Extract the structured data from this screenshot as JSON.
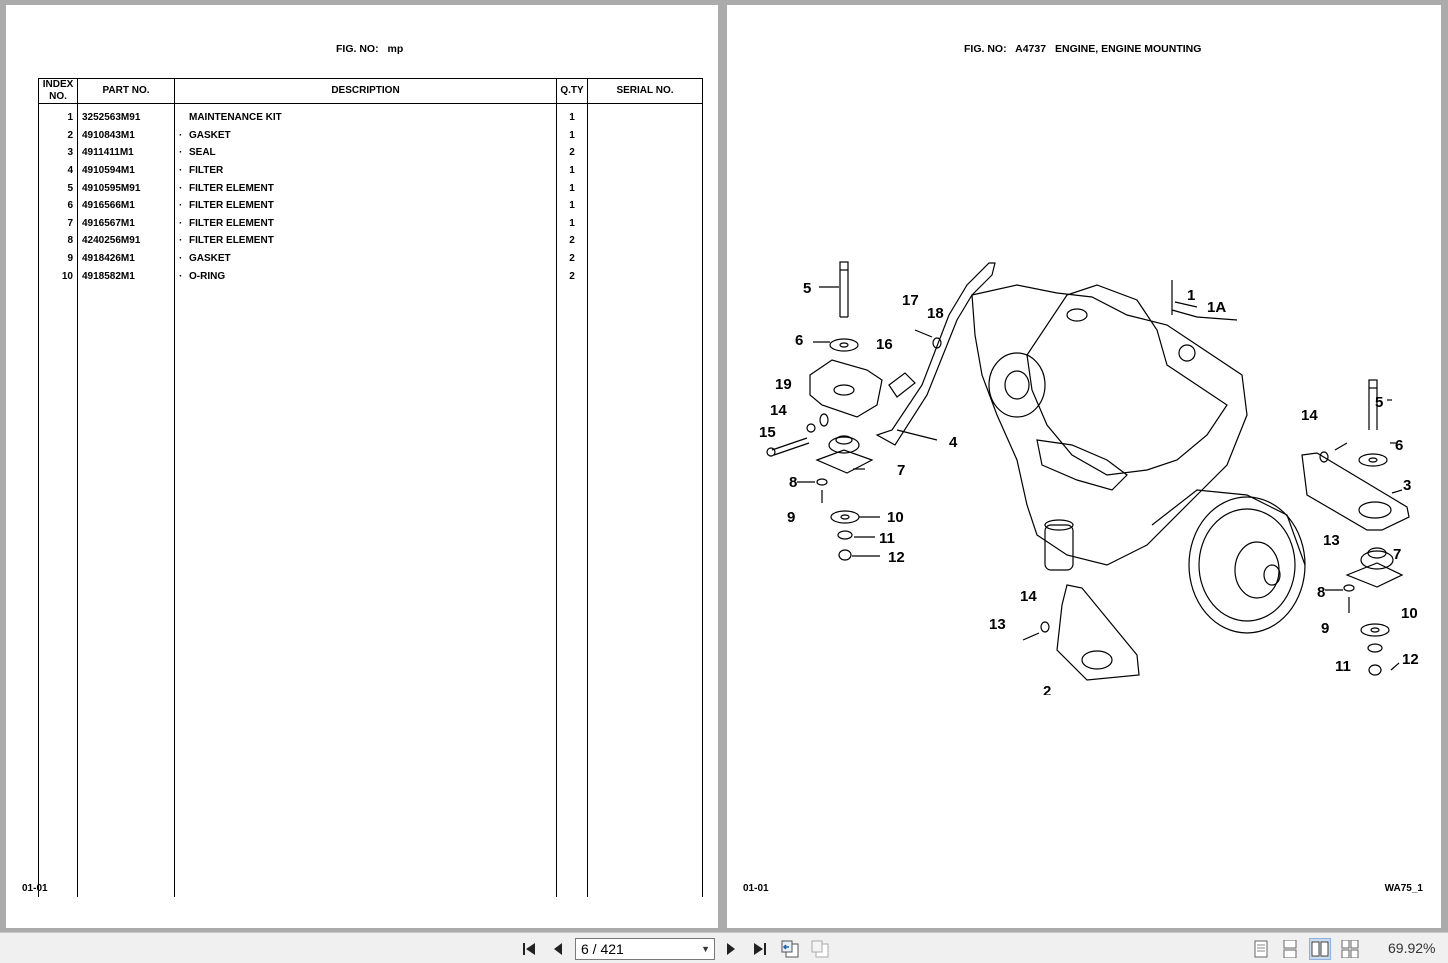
{
  "left_page": {
    "fig_label": "FIG. NO:",
    "fig_value": "mp",
    "columns": [
      "INDEX NO.",
      "PART NO.",
      "DESCRIPTION",
      "Q.TY",
      "SERIAL NO."
    ],
    "rows": [
      {
        "index": "1",
        "part": "3252563M91",
        "dot": "",
        "desc": "MAINTENANCE KIT",
        "qty": "1",
        "serial": ""
      },
      {
        "index": "2",
        "part": "4910843M1",
        "dot": "·",
        "desc": "GASKET",
        "qty": "1",
        "serial": ""
      },
      {
        "index": "3",
        "part": "4911411M1",
        "dot": "·",
        "desc": "SEAL",
        "qty": "2",
        "serial": ""
      },
      {
        "index": "4",
        "part": "4910594M1",
        "dot": "·",
        "desc": "FILTER",
        "qty": "1",
        "serial": ""
      },
      {
        "index": "5",
        "part": "4910595M91",
        "dot": "·",
        "desc": "FILTER ELEMENT",
        "qty": "1",
        "serial": ""
      },
      {
        "index": "6",
        "part": "4916566M1",
        "dot": "·",
        "desc": "FILTER ELEMENT",
        "qty": "1",
        "serial": ""
      },
      {
        "index": "7",
        "part": "4916567M1",
        "dot": "·",
        "desc": "FILTER ELEMENT",
        "qty": "1",
        "serial": ""
      },
      {
        "index": "8",
        "part": "4240256M91",
        "dot": "·",
        "desc": "FILTER ELEMENT",
        "qty": "2",
        "serial": ""
      },
      {
        "index": "9",
        "part": "4918426M1",
        "dot": "·",
        "desc": "GASKET",
        "qty": "2",
        "serial": ""
      },
      {
        "index": "10",
        "part": "4918582M1",
        "dot": "·",
        "desc": "O-RING",
        "qty": "2",
        "serial": ""
      }
    ],
    "footer": "01-01"
  },
  "right_page": {
    "fig_label": "FIG. NO:",
    "fig_value": "A4737",
    "fig_title": "ENGINE, ENGINE MOUNTING",
    "footer": "WA75_1",
    "callouts": [
      "5",
      "17",
      "18",
      "1",
      "1A",
      "6",
      "16",
      "19",
      "14",
      "15",
      "4",
      "7",
      "8",
      "9",
      "10",
      "11",
      "12",
      "13",
      "5",
      "6",
      "3",
      "7",
      "8",
      "10",
      "9",
      "11",
      "12",
      "14",
      "13",
      "2",
      "14"
    ]
  },
  "toolbar": {
    "first_icon": "first-page-icon",
    "prev_icon": "previous-page-icon",
    "page_indicator": "6 / 421",
    "next_icon": "next-page-icon",
    "last_icon": "last-page-icon",
    "back_icon": "go-back-icon",
    "forward_icon": "go-forward-icon",
    "view_modes": [
      "single-page-icon",
      "continuous-page-icon",
      "facing-pages-icon",
      "continuous-facing-icon"
    ],
    "zoom": "69.92%"
  }
}
